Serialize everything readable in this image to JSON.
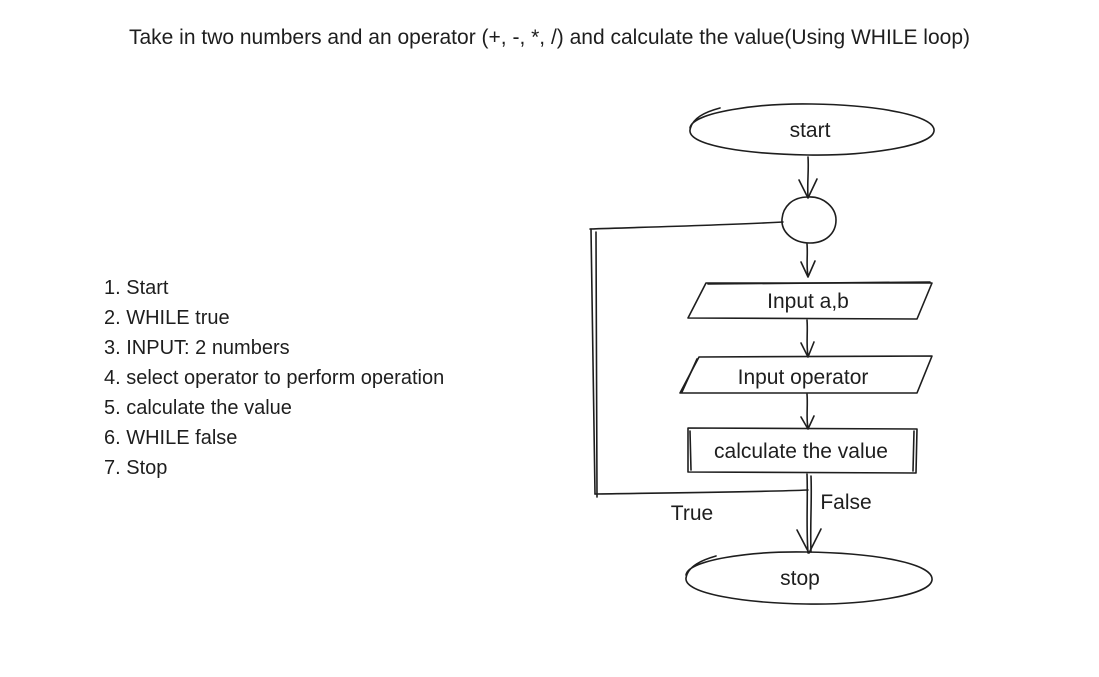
{
  "title": "Take in two numbers and an operator (+, -, *, /) and calculate the value(Using WHILE loop)",
  "steps": [
    "1. Start",
    "2. WHILE true",
    "3. INPUT: 2 numbers",
    "4. select operator to perform operation",
    "5. calculate the value",
    "6. WHILE false",
    "7. Stop"
  ],
  "flowchart": {
    "start": "start",
    "input_ab": "Input a,b",
    "input_operator": "Input operator",
    "calculate": "calculate the value",
    "stop": "stop",
    "true_label": "True",
    "false_label": "False"
  }
}
